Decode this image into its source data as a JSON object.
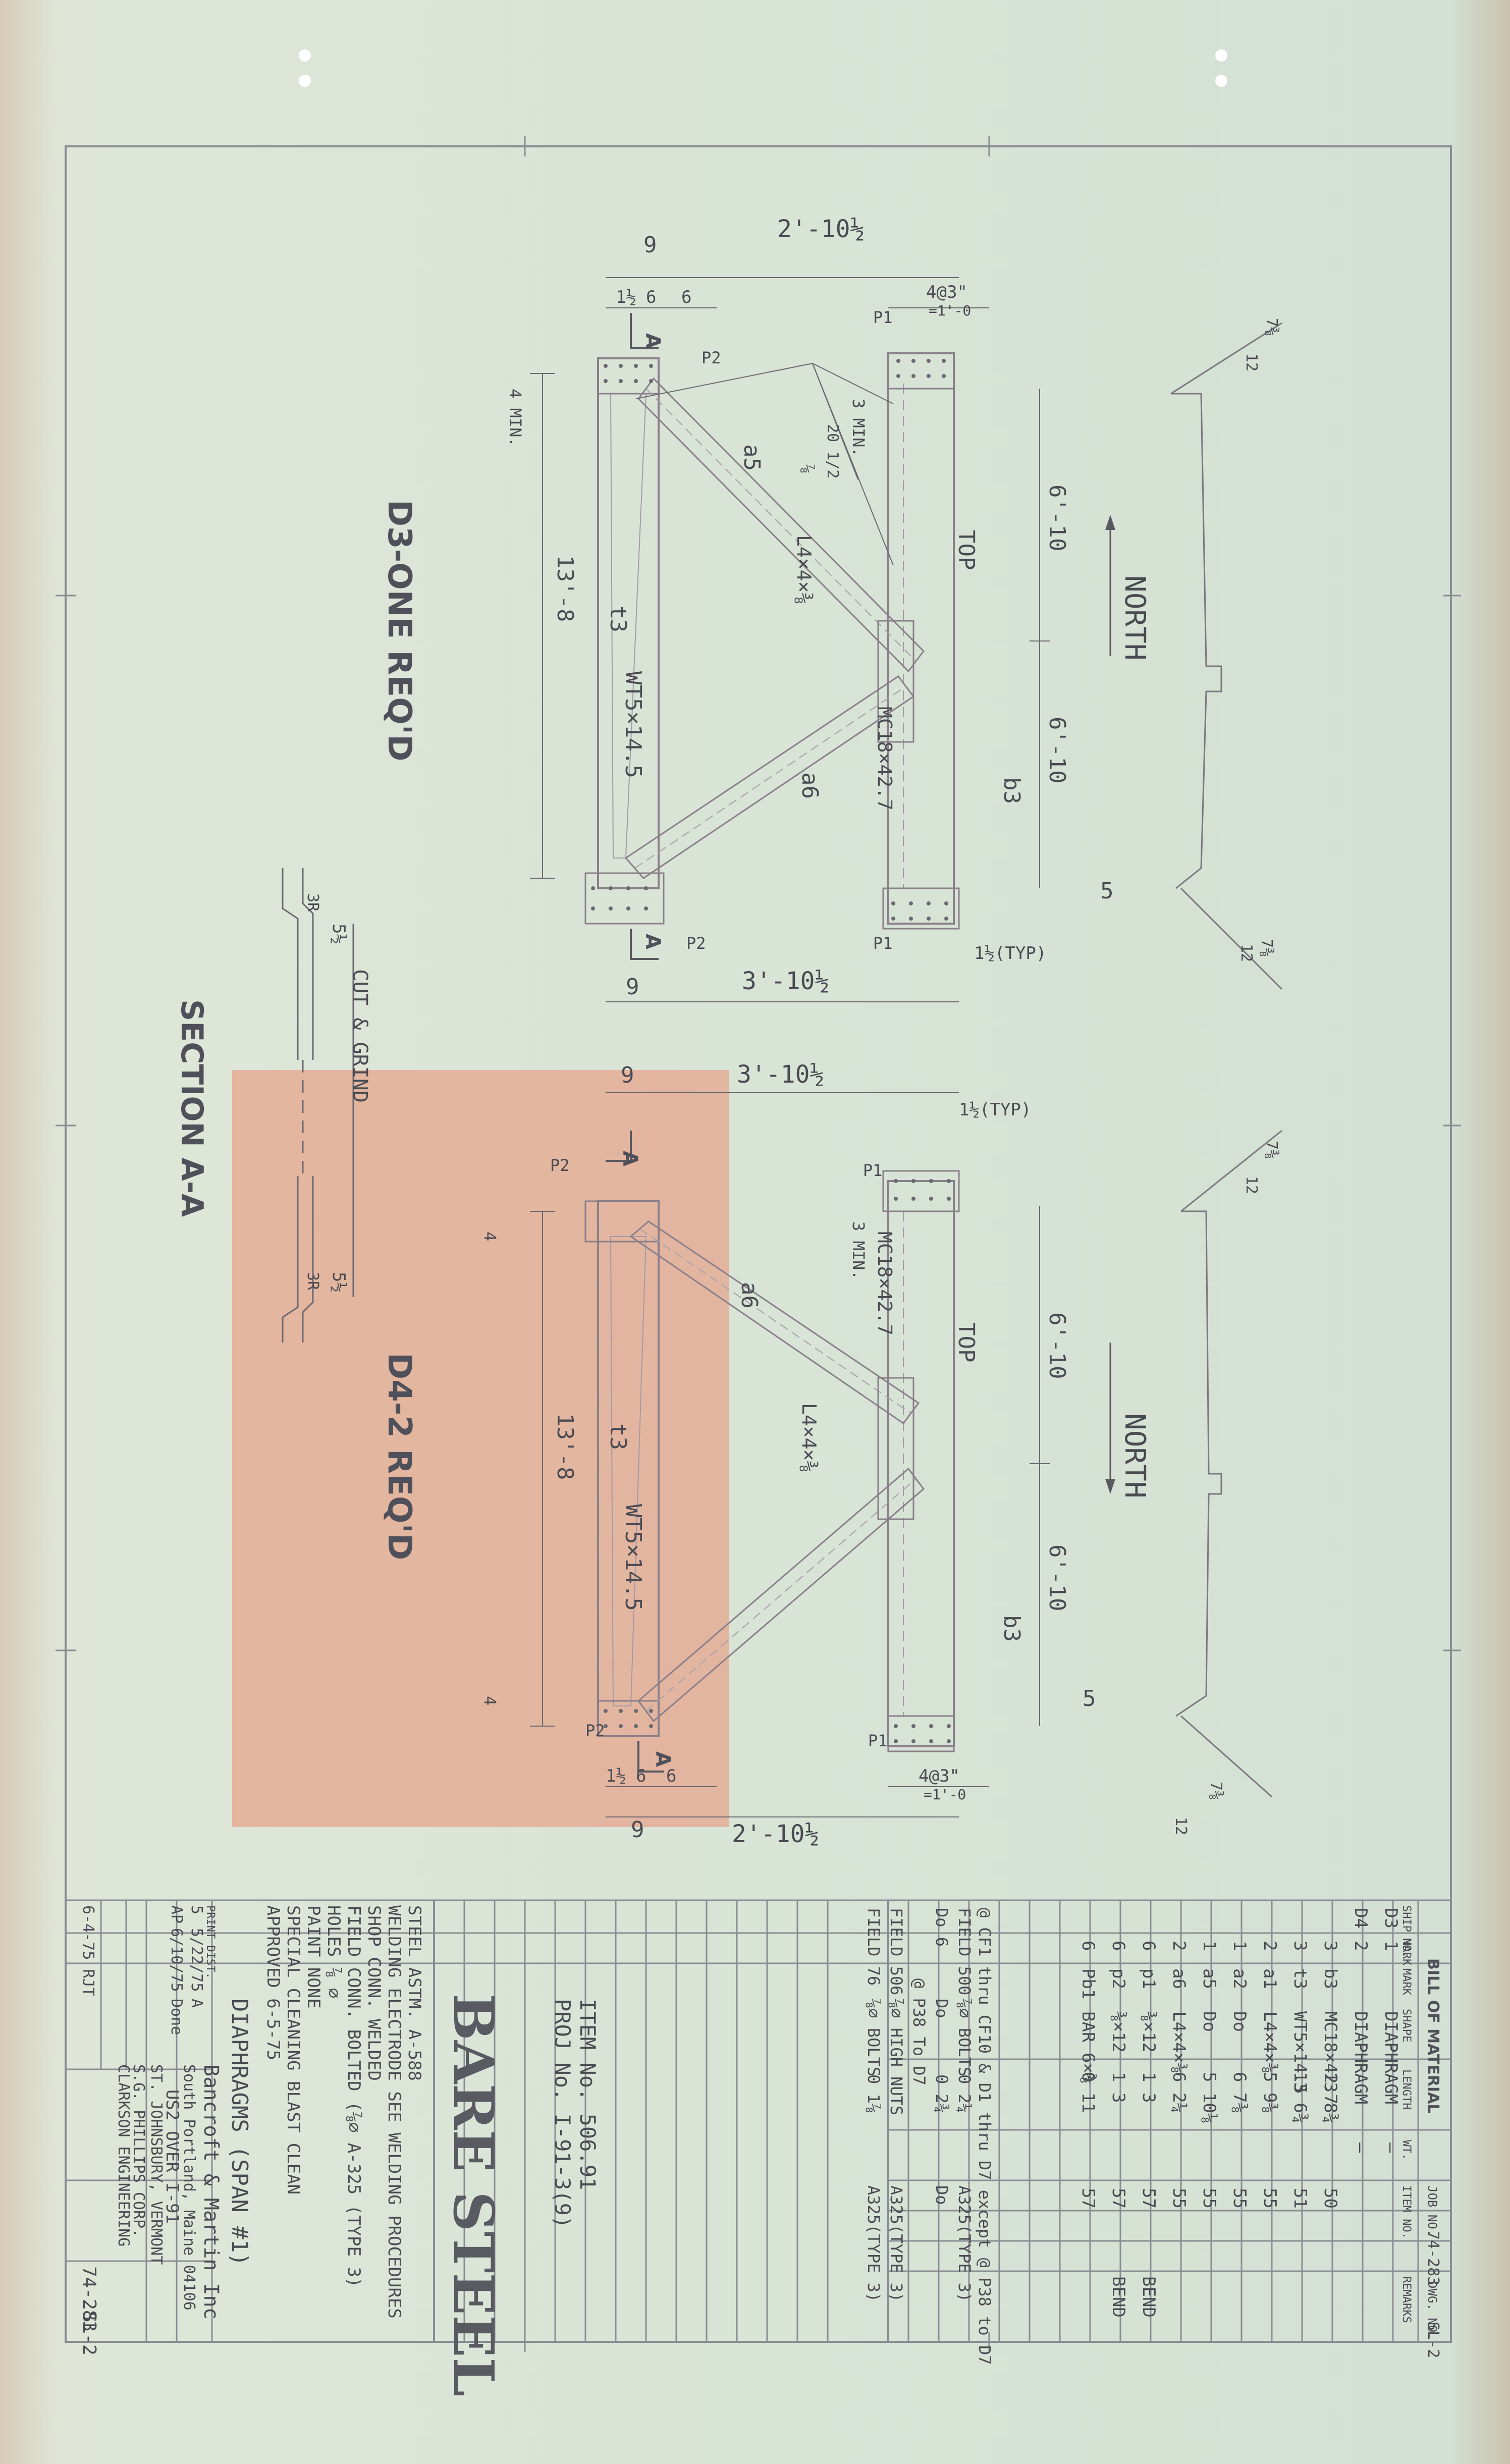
{
  "drawing_title": "BARE STEEL",
  "views": {
    "d3": {
      "label": "D3-ONE REQ'D",
      "north": "NORTH",
      "dim_top_total": "2'-10½",
      "dim_bottom_total": "3'-10½",
      "dim_9": "9",
      "dim_1_5": "1½",
      "dim_6": "6",
      "dim_spacing": "4@3\"",
      "dim_spacing_sub": "=1'-0",
      "dim_half_a": "6'-10",
      "dim_half_b": "6'-10",
      "dim_height": "13'-8",
      "dim_4min": "4 MIN.",
      "dim_3min": "3 MIN.",
      "members": [
        "a5",
        "a6",
        "t3",
        "b3",
        "TOP",
        "P1",
        "P2"
      ],
      "wt_section": "WT5×14.5",
      "mc_section": "MC18×42.7",
      "angle_section": "L4×4×⅜",
      "weld": "20 1/2",
      "typ": "1½(TYP)",
      "plate": "⅞",
      "section_mark": "A",
      "num_5": "5",
      "slope_12": "12",
      "slope_7": "7⅜"
    },
    "d4": {
      "label": "D4-2 REQ'D",
      "north": "NORTH",
      "dim_top_total": "3'-10½",
      "dim_bottom_total": "2'-10½",
      "dim_9": "9",
      "dim_6": "6",
      "dim_1_5": "1½",
      "dim_spacing": "4@3\"",
      "dim_spacing_sub": "=1'-0",
      "dim_half_a": "6'-10",
      "dim_half_b": "6'-10",
      "dim_height": "13'-8",
      "dim_4": "4",
      "dim_3min": "3 MIN.",
      "wt_section": "WT5×14.5",
      "mc_section": "MC18×42.7",
      "angle_section": "L4×4×⅜",
      "members": [
        "a6",
        "t3",
        "b3",
        "TOP",
        "P1",
        "P2"
      ],
      "typ": "1½(TYP)",
      "section_mark": "A",
      "num_5": "5",
      "slope_12": "12",
      "slope_7": "7⅜"
    },
    "section": {
      "label": "SECTION A-A",
      "note": "CUT & GRIND",
      "dim_a": "5½",
      "dim_b": "5½",
      "radius_a": "3R",
      "radius_b": "3R"
    }
  },
  "bill_of_material": {
    "title": "BILL OF MATERIAL",
    "headers": [
      "SHIP MARK",
      "NO.",
      "MARK",
      "SHAPE",
      "LENGTH",
      "WT.",
      "ITEM NO.",
      "REMARKS"
    ],
    "job_no_label": "JOB NO.",
    "job_no": "74-283",
    "dwg_no_label": "DWG. NO.",
    "dwg_no": "SL-2",
    "rows": [
      [
        "D3",
        "1",
        "",
        "DIAPHRAGM",
        "",
        "—",
        "",
        ""
      ],
      [
        "D4",
        "2",
        "",
        "DIAPHRAGM",
        "",
        "—",
        "",
        ""
      ],
      [
        "",
        "3",
        "b3",
        "MC18×42.7",
        "13 8¾",
        "",
        "50",
        ""
      ],
      [
        "",
        "3",
        "t3",
        "WT5×14.5",
        "13 6¾",
        "",
        "51",
        ""
      ],
      [
        "",
        "2",
        "a1",
        "L4×4×⅜",
        "5 9⅜",
        "",
        "55",
        ""
      ],
      [
        "",
        "1",
        "a2",
        "Do",
        "6 7⅜",
        "",
        "55",
        ""
      ],
      [
        "",
        "1",
        "a5",
        "Do",
        "5 10⅛",
        "",
        "55",
        ""
      ],
      [
        "",
        "2",
        "a6",
        "L4×4×⅜",
        "6 2¼",
        "",
        "55",
        ""
      ],
      [
        "",
        "6",
        "p1",
        "⅜×12",
        "1 3",
        "",
        "57",
        "BEND"
      ],
      [
        "",
        "6",
        "p2",
        "⅜×12",
        "1 3",
        "",
        "57",
        "BEND"
      ],
      [
        "",
        "6",
        "Pb1",
        "BAR 6×⅜",
        "0 11",
        "",
        "57",
        ""
      ]
    ],
    "bolt_note_1": "@ CF1 thru CF10 & D1 thru D7 except @ P38 to D7",
    "field_rows": [
      [
        "FIELD 500",
        "⅞⌀ BOLTS",
        "0 2¼",
        "A325(TYPE 3)"
      ],
      [
        "Do 6",
        "Do",
        "0 2¾",
        "Do"
      ],
      [
        "FIELD 506",
        "⅞⌀ HIGH NUTS",
        "",
        "A325(TYPE 3)"
      ],
      [
        "FIELD 76",
        "⅞⌀ BOLTS",
        "0 1⅞",
        "A325(TYPE 3)"
      ]
    ],
    "bolt_note_2": "@ P38 To D7"
  },
  "title_block": {
    "big_title": "BARE STEEL",
    "item_no": "ITEM No. 506.91",
    "proj_no": "PROJ No. I-91-3(9)",
    "steel_astm": "STEEL ASTM. A-588",
    "welding": "WELDING ELECTRODE SEE WELDING PROCEDURES",
    "shop_conn": "SHOP CONN. WELDED",
    "field_conn": "FIELD CONN. BOLTED (⅞⌀ A-325 (TYPE 3)",
    "holes": "HOLES ⅞ ⌀",
    "paint": "PAINT NONE",
    "special": "SPECIAL CLEANING BLAST CLEAN",
    "approved": "APPROVED 6-5-75",
    "job_desc": "DIAPHRAGMS (SPAN #1)",
    "fabricator": "Bancroft & Martin Inc",
    "fabricator_addr": "South Portland, Maine 04106",
    "job": "US2 OVER I-91",
    "location": "ST. JOHNSBURY, VERMONT",
    "customer": "S.G. PHILLIPS CORP.",
    "designer": "CLARKSON ENGINEERING",
    "order_no": "",
    "job_no": "74-283",
    "drawing_no": "SL-2",
    "drawn": "6-4-75 RJT",
    "rev_rows": [
      [
        "5",
        "5/22/75",
        "A"
      ],
      [
        "AP",
        "6/10/75",
        "Done"
      ]
    ],
    "print_dist": "PRINT DIST."
  }
}
